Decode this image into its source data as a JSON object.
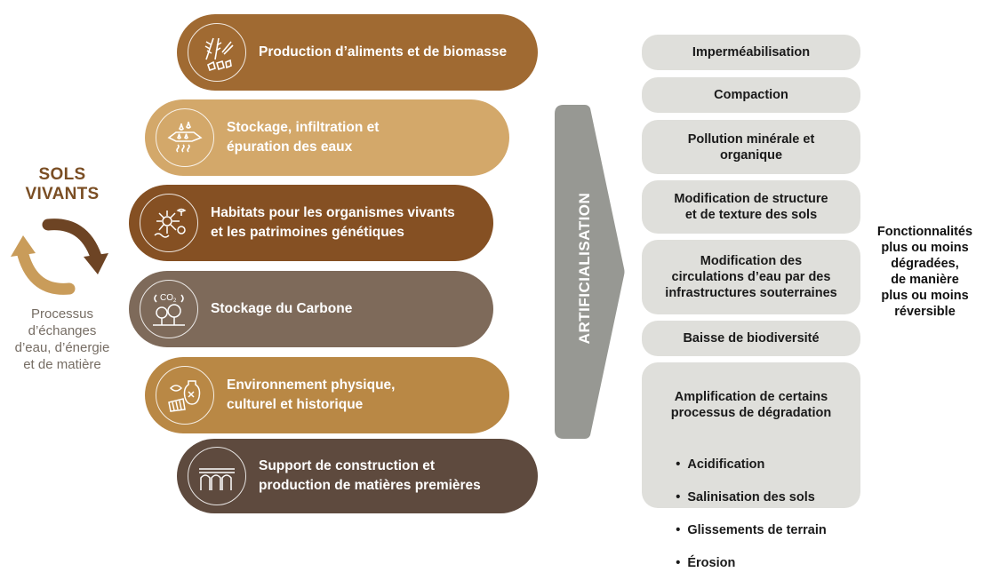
{
  "left": {
    "title": "SOLS\nVIVANTS",
    "caption": "Processus\nd’échanges\nd’eau, d’énergie\net de matière"
  },
  "functions": [
    {
      "label": "Production d’aliments et de biomasse",
      "icon": "wheat-grain-icon",
      "color": "#a06a32"
    },
    {
      "label": "Stockage, infiltration et\népuration des eaux",
      "icon": "water-drops-icon",
      "color": "#d3a86a"
    },
    {
      "label": "Habitats pour les organismes vivants\net les patrimoines génétiques",
      "icon": "organisms-icon",
      "color": "#855023"
    },
    {
      "label": "Stockage du Carbone",
      "icon": "co2-trees-icon",
      "color": "#7e6a5a"
    },
    {
      "label": "Environnement physique,\nculturel et historique",
      "icon": "heritage-artifacts-icon",
      "color": "#b98845"
    },
    {
      "label": "Support de construction et\nproduction de matières premières",
      "icon": "aqueduct-icon",
      "color": "#5e4a3e"
    }
  ],
  "arrow": {
    "label": "ARTIFICIALISATION",
    "color": "#979893"
  },
  "degradations": [
    {
      "label": "Imperméabilisation"
    },
    {
      "label": "Compaction"
    },
    {
      "label": "Pollution minérale et\norganique"
    },
    {
      "label": "Modification de structure\net de texture des sols"
    },
    {
      "label": "Modification des\ncirculations d’eau par des\ninfrastructures souterraines"
    },
    {
      "label": "Baisse de biodiversité"
    },
    {
      "label": "Amplification de certains\nprocessus de dégradation",
      "bullets": [
        "Acidification",
        "Salinisation des sols",
        "Glissements de terrain",
        "Érosion"
      ]
    }
  ],
  "result": "Fonctionnalités\nplus ou moins\ndégradées,\nde manière\nplus ou moins\nréversible"
}
